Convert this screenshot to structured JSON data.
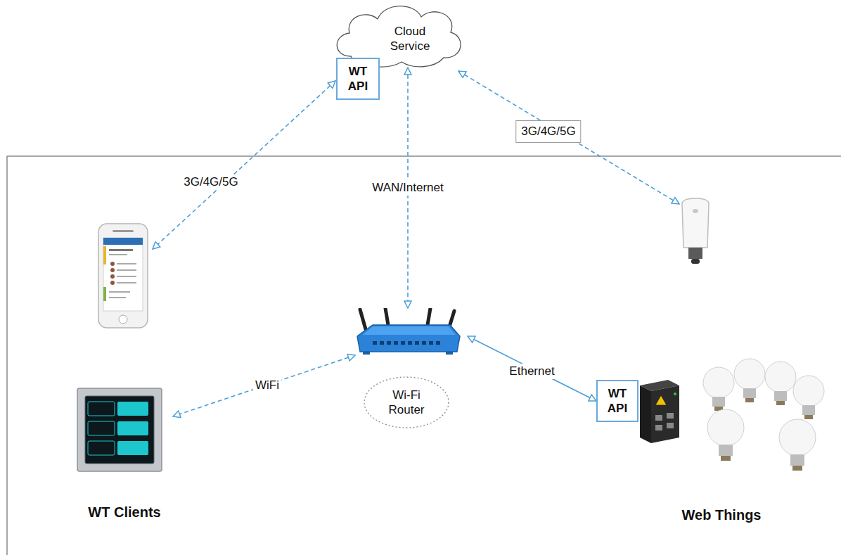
{
  "diagram": {
    "nodes": [
      {
        "text": [
          "Cloud Service"
        ]
      },
      {
        "text": [
          "WT API"
        ],
        "in": 0
      },
      {
        "text": [
          "Wi-Fi Router"
        ]
      },
      {
        "text": [
          "WT API"
        ]
      }
    ],
    "edges": [
      {
        "from": 0,
        "to": 2,
        "label": "WAN/Internet",
        "arrow": "both"
      },
      {
        "from": 2,
        "to": 3,
        "label": "Ethernet",
        "arrow": "both"
      }
    ],
    "labels": [
      "3G/4G/5G",
      "3G/4G/5G",
      "WiFi",
      "WT Clients",
      "Web Things"
    ]
  }
}
